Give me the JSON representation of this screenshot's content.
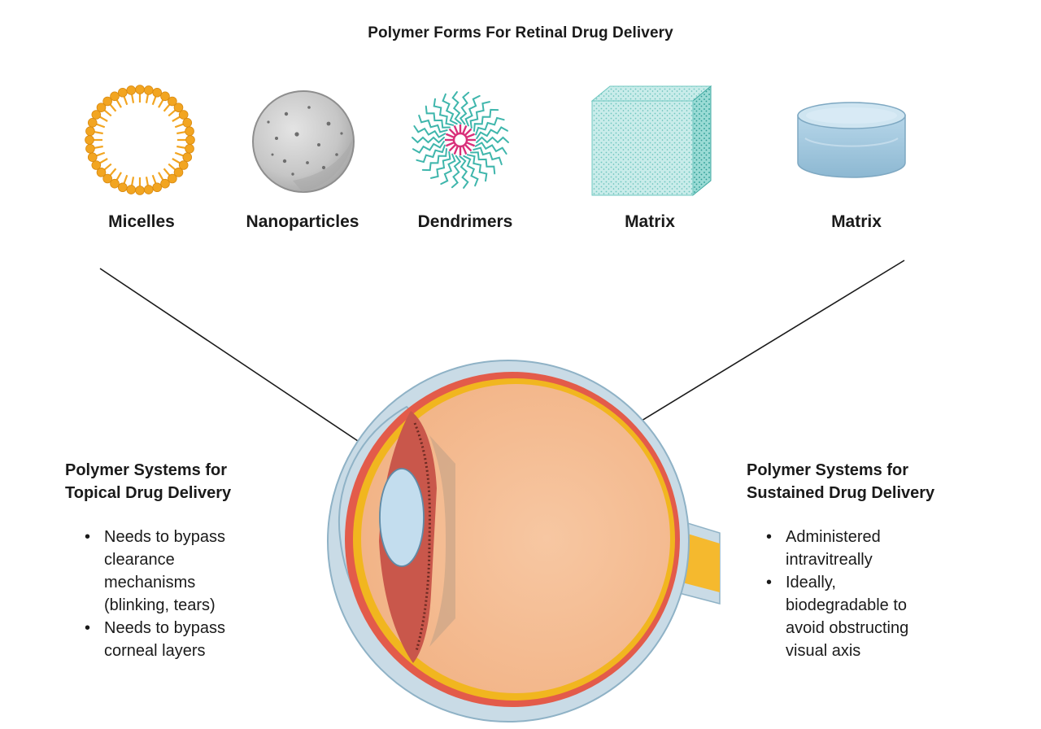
{
  "title": "Polymer Forms For Retinal Drug Delivery",
  "forms": [
    {
      "label": "Micelles",
      "icon": "micelle-icon"
    },
    {
      "label": "Nanoparticles",
      "icon": "nanoparticle-icon"
    },
    {
      "label": "Dendrimers",
      "icon": "dendrimer-icon"
    },
    {
      "label": "Matrix",
      "icon": "matrix-cube-icon"
    },
    {
      "label": "Matrix",
      "icon": "matrix-disc-icon"
    }
  ],
  "topical": {
    "heading_line1": "Polymer Systems for",
    "heading_line2": "Topical Drug Delivery",
    "bullets": [
      {
        "lines": [
          "Needs to bypass",
          "clearance",
          "mechanisms",
          "(blinking, tears)"
        ]
      },
      {
        "lines": [
          "Needs to bypass",
          "corneal layers"
        ]
      }
    ]
  },
  "sustained": {
    "heading_line1": "Polymer Systems for",
    "heading_line2": "Sustained Drug Delivery",
    "bullets": [
      {
        "lines": [
          "Administered",
          "intravitreally"
        ]
      },
      {
        "lines": [
          "Ideally,",
          "biodegradable to",
          "avoid obstructing",
          "visual axis"
        ]
      }
    ]
  },
  "colors": {
    "micelle": "#f2a521",
    "nanoparticle": "#c8c8c8",
    "dendrimer_arms": "#3fb6ac",
    "dendrimer_core": "#d9307a",
    "matrix": "#8fd6d0",
    "disc": "#a9cfe4",
    "sclera": "#c9dbe6",
    "choroid": "#e35b4a",
    "retina": "#f1b61f",
    "vitreous": "#f6c29a",
    "lens": "#c3ddee",
    "cornea_chamber": "#4f8fa5",
    "optic_nerve": "#f5b92e"
  }
}
